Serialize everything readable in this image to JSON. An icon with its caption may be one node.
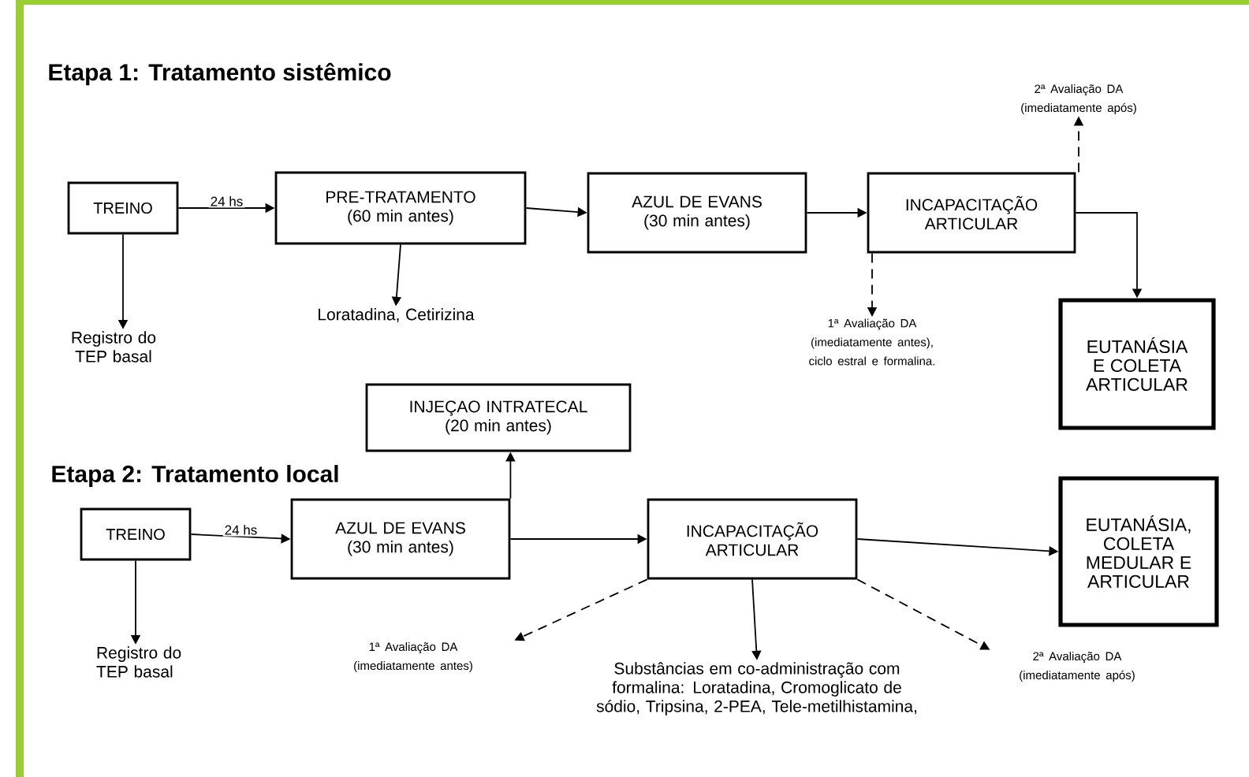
{
  "diagram": {
    "nodes": [
      {
        "text": [
          "TREINO"
        ]
      },
      {
        "text": [
          "Registro do TEP basal"
        ]
      },
      {
        "text": [
          "PRE-TRATAMENTO",
          "(60 min antes)"
        ]
      },
      {
        "text": [
          "Loratadina, Cetirizina"
        ]
      },
      {
        "text": [
          "AZUL DE EVANS",
          "(30 min antes)"
        ]
      },
      {
        "text": [
          "INCAPACITAÇÃO ARTICULAR"
        ]
      },
      {
        "text": [
          "2ª Avaliação DA (imediatamente após)"
        ]
      },
      {
        "text": [
          "1ª Avaliação DA (imediatamente antes), ciclo estral e formalina."
        ]
      },
      {
        "text": [
          "EUTANÁSIA E COLETA ARTICULAR"
        ]
      },
      {
        "text": [
          "INJEÇAO INTRATECAL",
          "(20 min antes)"
        ]
      },
      {
        "text": [
          "TREINO"
        ]
      },
      {
        "text": [
          "Registro do TEP basal"
        ]
      },
      {
        "text": [
          "AZUL DE EVANS",
          "(30 min antes)"
        ]
      },
      {
        "text": [
          "INCAPACITAÇÃO ARTICULAR"
        ]
      },
      {
        "text": [
          "EUTANÁSIA, COLETA MEDULAR E ARTICULAR"
        ]
      },
      {
        "text": [
          "1ª Avaliação DA (imediatamente antes)"
        ]
      },
      {
        "text": [
          "Substâncias em co-administração com formalina: Loratadina, Cromoglicato de sódio, Tripsina, 2-PEA, Tele-metilhistamina,"
        ]
      },
      {
        "text": [
          "2ª Avaliação DA (imediatamente após)"
        ]
      }
    ],
    "edges": [
      {
        "from": 0,
        "to": 2,
        "arrow": "to",
        "label": "24 hs"
      },
      {
        "from": 0,
        "to": 1,
        "arrow": "to"
      },
      {
        "from": 2,
        "to": 3,
        "arrow": "to"
      },
      {
        "from": 2,
        "to": 4,
        "arrow": "to"
      },
      {
        "from": 4,
        "to": 5,
        "arrow": "to"
      },
      {
        "from": 5,
        "to": 6,
        "arrow": "to",
        "style": "dashed"
      },
      {
        "from": 5,
        "to": 7,
        "arrow": "to",
        "style": "dashed"
      },
      {
        "from": 5,
        "to": 8,
        "arrow": "to"
      },
      {
        "from": 10,
        "to": 12,
        "arrow": "to",
        "label": "24 hs"
      },
      {
        "from": 10,
        "to": 11,
        "arrow": "to"
      },
      {
        "from": 12,
        "to": 9,
        "arrow": "to"
      },
      {
        "from": 12,
        "to": 13,
        "arrow": "to"
      },
      {
        "from": 13,
        "to": 14,
        "arrow": "to"
      },
      {
        "from": 13,
        "to": 15,
        "arrow": "to",
        "style": "dashed"
      },
      {
        "from": 13,
        "to": 16,
        "arrow": "to"
      },
      {
        "from": 13,
        "to": 17,
        "arrow": "to",
        "style": "dashed"
      }
    ],
    "labels": [
      "Etapa 1: Tratamento sistêmico",
      "Etapa 2: Tratamento local"
    ]
  }
}
